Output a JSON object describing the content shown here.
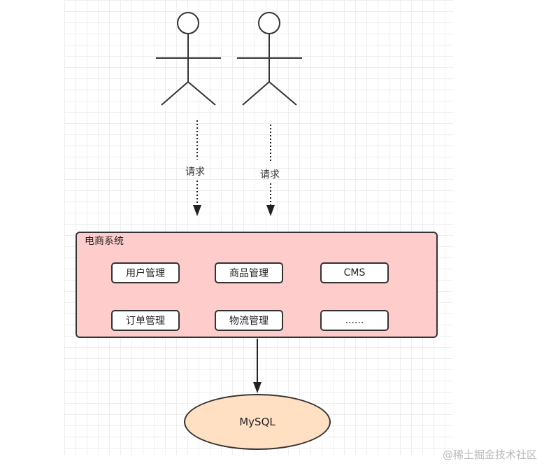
{
  "actors": [
    {
      "id": "user-1"
    },
    {
      "id": "user-2"
    }
  ],
  "request_label": "请求",
  "system": {
    "title": "电商系统",
    "modules": [
      {
        "label": "用户管理"
      },
      {
        "label": "商品管理"
      },
      {
        "label": "CMS"
      },
      {
        "label": "订单管理"
      },
      {
        "label": "物流管理"
      },
      {
        "label": "......"
      }
    ]
  },
  "database": {
    "label": "MySQL"
  },
  "watermark": "@稀土掘金技术社区",
  "colors": {
    "system_fill": "#ffcccc",
    "db_fill": "#ffe0c2",
    "stroke": "#333333"
  }
}
